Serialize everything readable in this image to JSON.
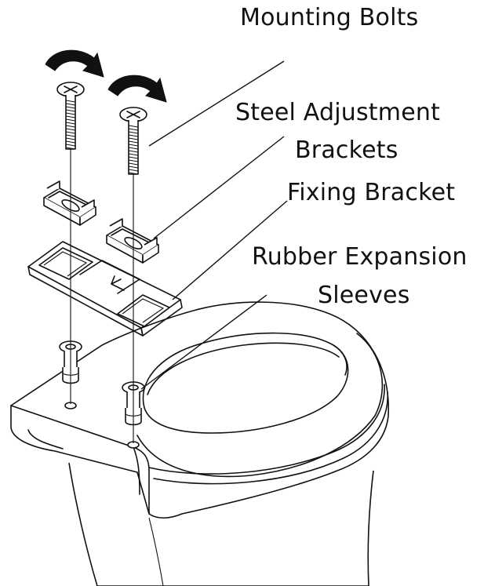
{
  "labels": {
    "mounting_bolts": "Mounting Bolts",
    "steel_brackets_line1": "Steel Adjustment",
    "steel_brackets_line2": "Brackets",
    "fixing_bracket": "Fixing Bracket",
    "rubber_sleeves_line1": "Rubber Expansion",
    "rubber_sleeves_line2": "Sleeves"
  },
  "colors": {
    "ink": "#111111",
    "background": "#ffffff"
  },
  "icons": {
    "rotation_arrows": "clockwise-arrow-icon",
    "bolt_heads": "phillips-screw-icon"
  }
}
